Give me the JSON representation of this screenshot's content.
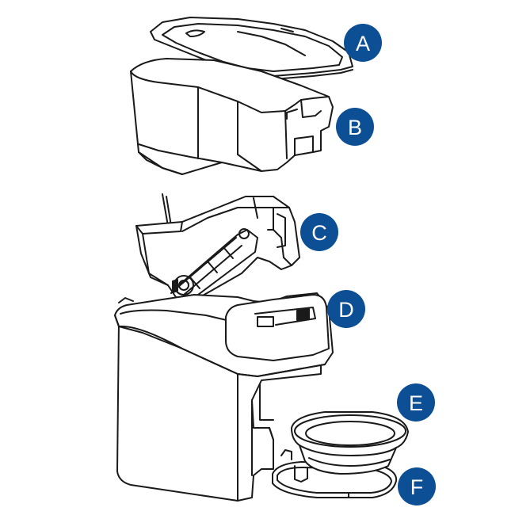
{
  "callout_color": "#0d4f94",
  "callouts": {
    "a": "A",
    "b": "B",
    "c": "C",
    "d": "D",
    "e": "E",
    "f": "F"
  }
}
